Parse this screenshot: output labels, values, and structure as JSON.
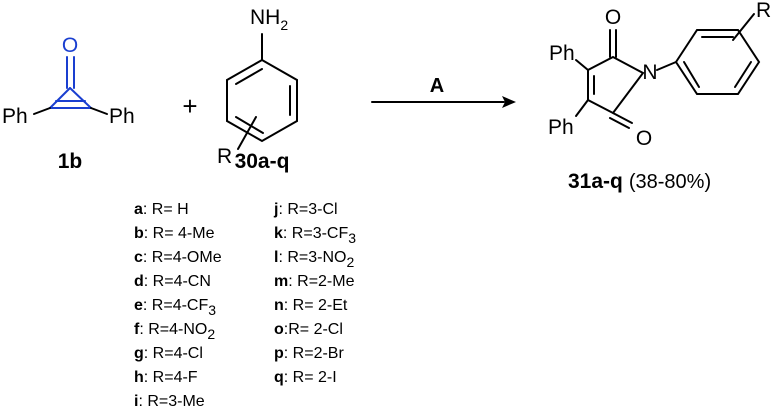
{
  "colors": {
    "ink": "#000000",
    "highlight": "#1a3fd0"
  },
  "reactant1": {
    "carbonyl_o": "O",
    "left_group": "Ph",
    "right_group": "Ph",
    "label": "1b"
  },
  "plus_sign": "+",
  "reactant2": {
    "amine_n": "NH",
    "amine_sub": "2",
    "r_group": "R",
    "label": "30a-q"
  },
  "arrow": {
    "reagent": "A"
  },
  "product": {
    "top_o": "O",
    "bottom_o": "O",
    "ring_n": "N",
    "ph_upper": "Ph",
    "ph_lower": "Ph",
    "r_group": "R",
    "label": "31a-q",
    "yield": "(38-80%)"
  },
  "substituents_col1": [
    {
      "letter": "a",
      "sep": ":",
      "text": " R= H"
    },
    {
      "letter": "b",
      "sep": ":",
      "text": " R= 4-Me"
    },
    {
      "letter": "c",
      "sep": ":",
      "text": " R=4-OMe"
    },
    {
      "letter": "d",
      "sep": ":",
      "text": " R=4-CN"
    },
    {
      "letter": "e",
      "sep": ":",
      "text": " R=4-CF",
      "sub": "3"
    },
    {
      "letter": "f",
      "sep": ":",
      "text": " R=4-NO",
      "sub": "2"
    },
    {
      "letter": "g",
      "sep": ":",
      "text": " R=4-Cl"
    },
    {
      "letter": "h",
      "sep": ":",
      "text": " R=4-F"
    },
    {
      "letter": "i",
      "sep": ":",
      "text": " R=3-Me"
    }
  ],
  "substituents_col2": [
    {
      "letter": "j",
      "sep": ":",
      "text": " R=3-Cl"
    },
    {
      "letter": "k",
      "sep": ":",
      "text": " R=3-CF",
      "sub": "3"
    },
    {
      "letter": "l",
      "sep": ":",
      "text": " R=3-NO",
      "sub": "2"
    },
    {
      "letter": "m",
      "sep": ":",
      "text": " R=2-Me"
    },
    {
      "letter": "n",
      "sep": ":",
      "text": " R= 2-Et"
    },
    {
      "letter": "o",
      "sep": ":",
      "text": "R= 2-Cl"
    },
    {
      "letter": "p",
      "sep": ":",
      "text": " R=2-Br"
    },
    {
      "letter": "q",
      "sep": ":",
      "text": " R= 2-I"
    }
  ]
}
